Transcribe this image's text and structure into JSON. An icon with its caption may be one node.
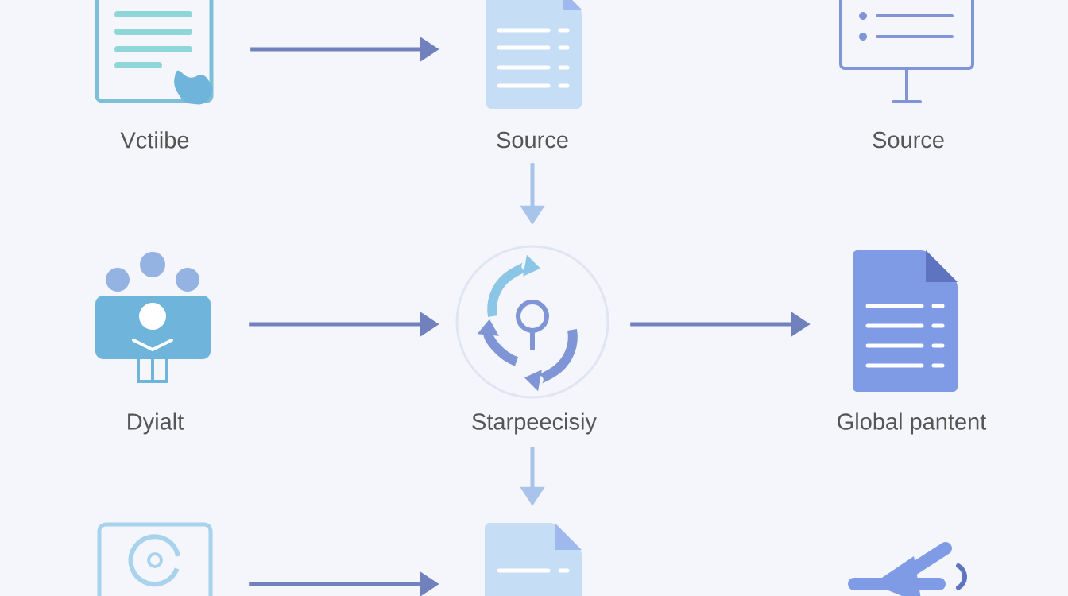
{
  "diagram": {
    "nodes": [
      {
        "text": [
          "Vctiibe"
        ]
      },
      {
        "text": [
          "Source"
        ]
      },
      {
        "text": [
          "Source"
        ]
      },
      {
        "text": [
          "Dyialt"
        ]
      },
      {
        "text": [
          "Starpeecisiy"
        ]
      },
      {
        "text": [
          "Global pantent"
        ]
      },
      {
        "text": [],
        "shape": "picture"
      },
      {
        "text": [],
        "shape": "picture"
      },
      {
        "text": [],
        "shape": "picture"
      }
    ],
    "edges": [
      {
        "from": 0,
        "to": 1,
        "arrow": "to"
      },
      {
        "from": 1,
        "to": 4,
        "arrow": "to",
        "color": "#a9c4ea"
      },
      {
        "from": 3,
        "to": 4,
        "arrow": "to"
      },
      {
        "from": 4,
        "to": 5,
        "arrow": "to"
      },
      {
        "from": 4,
        "to": 7,
        "arrow": "to",
        "color": "#a9c4ea"
      },
      {
        "from": 6,
        "to": 7,
        "arrow": "to"
      }
    ]
  }
}
